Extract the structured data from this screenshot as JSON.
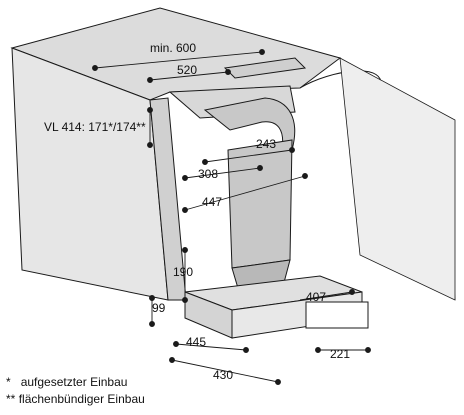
{
  "dimensions": {
    "min600": "min. 600",
    "d520": "520",
    "vl414": "VL 414: 171*/174**",
    "d243": "243",
    "d308": "308",
    "d447": "447",
    "d190": "190",
    "d99": "99",
    "d407": "407",
    "d445": "445",
    "d221": "221",
    "d430": "430"
  },
  "legend": [
    {
      "marker": "*",
      "text": "aufgesetzter Einbau"
    },
    {
      "marker": "**",
      "text": "flächenbündiger Einbau"
    }
  ],
  "colors": {
    "cabinet_top": "#dcdcdc",
    "cabinet_side": "#cfcfcf",
    "cabinet_front": "#e8e8e8",
    "duct": "#c8c8c8",
    "duct_shade": "#b4b4b4",
    "line": "#1a1a1a",
    "dimension": "#111111"
  }
}
